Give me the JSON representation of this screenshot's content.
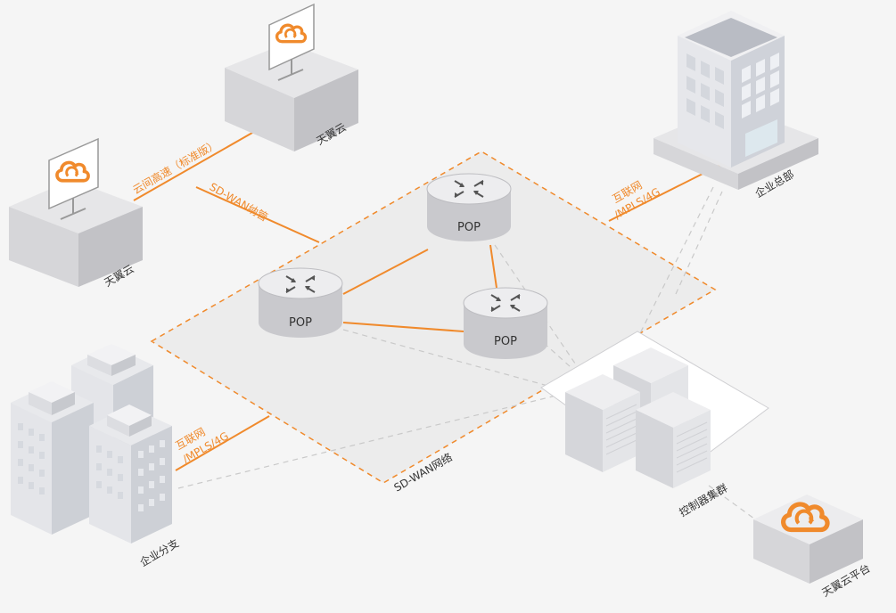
{
  "labels": {
    "cloud_top": "天翼云",
    "cloud_left": "天翼云",
    "hq": "企业总部",
    "branch": "企业分支",
    "controller": "控制器集群",
    "platform": "天翼云平台",
    "sdwan_network": "SD-WAN网络",
    "link_cloud_speed": "云间高速（标准版）",
    "link_sdwan_bind": "SD-WAN纳管",
    "link_hq_1": "互联网",
    "link_hq_2": "/MPLS/4G",
    "link_branch_1": "互联网",
    "link_branch_2": "/MPLS/4G",
    "pop_1": "POP",
    "pop_2": "POP",
    "pop_3": "POP"
  },
  "colors": {
    "accent": "#f08a2c",
    "background": "#f5f5f5",
    "dashed_gray": "#c9c9c9",
    "text": "#333333"
  },
  "icons": [
    "cloud-icon",
    "router-arrows-icon",
    "building-icon",
    "server-icon"
  ]
}
